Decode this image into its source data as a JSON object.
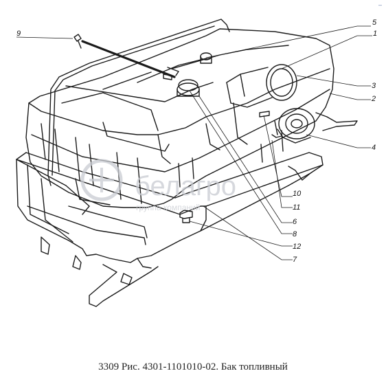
{
  "caption": "3309 Рис. 4301-1101010-02. Бак топливный",
  "corner_mark": "–",
  "watermark": {
    "brand": "белагро",
    "sub": "группа компаний",
    "color": "#c9ccd2"
  },
  "callouts": [
    {
      "id": "9",
      "label": "9"
    },
    {
      "id": "5",
      "label": "5"
    },
    {
      "id": "1",
      "label": "1"
    },
    {
      "id": "3",
      "label": "3"
    },
    {
      "id": "2",
      "label": "2"
    },
    {
      "id": "4",
      "label": "4"
    },
    {
      "id": "10",
      "label": "10"
    },
    {
      "id": "11",
      "label": "11"
    },
    {
      "id": "6",
      "label": "6"
    },
    {
      "id": "8",
      "label": "8"
    },
    {
      "id": "12",
      "label": "12"
    },
    {
      "id": "7",
      "label": "7"
    }
  ]
}
